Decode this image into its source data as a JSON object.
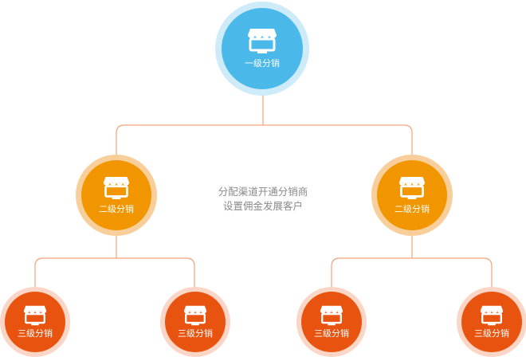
{
  "colors": {
    "connector": "#f3a27c",
    "level1": "#4ab8e8",
    "level1_ring": "#cdebf8",
    "level2": "#f29600",
    "level2_ring": "#f8cf9a",
    "level3": "#e85410",
    "level3_ring": "#fbd6c7",
    "icon": "#ffffff",
    "caption": "#8a8a8a"
  },
  "icon_name": "storefront-icon",
  "nodes": {
    "level1": {
      "label": "一级分销"
    },
    "level2_left": {
      "label": "二级分销"
    },
    "level2_right": {
      "label": "二级分销"
    },
    "level3_1": {
      "label": "三级分销"
    },
    "level3_2": {
      "label": "三级分销"
    },
    "level3_3": {
      "label": "三级分销"
    },
    "level3_4": {
      "label": "三级分销"
    }
  },
  "caption": {
    "line1": "分配渠道开通分销商",
    "line2": "设置佣金发展客户"
  }
}
